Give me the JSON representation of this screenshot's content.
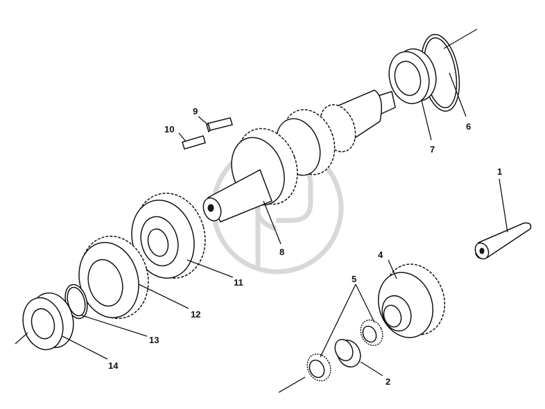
{
  "callouts": [
    {
      "id": "1",
      "text": "1"
    },
    {
      "id": "2",
      "text": "2"
    },
    {
      "id": "4",
      "text": "4"
    },
    {
      "id": "5",
      "text": "5"
    },
    {
      "id": "6",
      "text": "6"
    },
    {
      "id": "7",
      "text": "7"
    },
    {
      "id": "8",
      "text": "8"
    },
    {
      "id": "9",
      "text": "9"
    },
    {
      "id": "10",
      "text": "10"
    },
    {
      "id": "11",
      "text": "11"
    },
    {
      "id": "12",
      "text": "12"
    },
    {
      "id": "13",
      "text": "13"
    },
    {
      "id": "14",
      "text": "14"
    }
  ],
  "colors": {
    "line": "#111111",
    "background": "#ffffff",
    "watermark": "#c8c8c8"
  }
}
